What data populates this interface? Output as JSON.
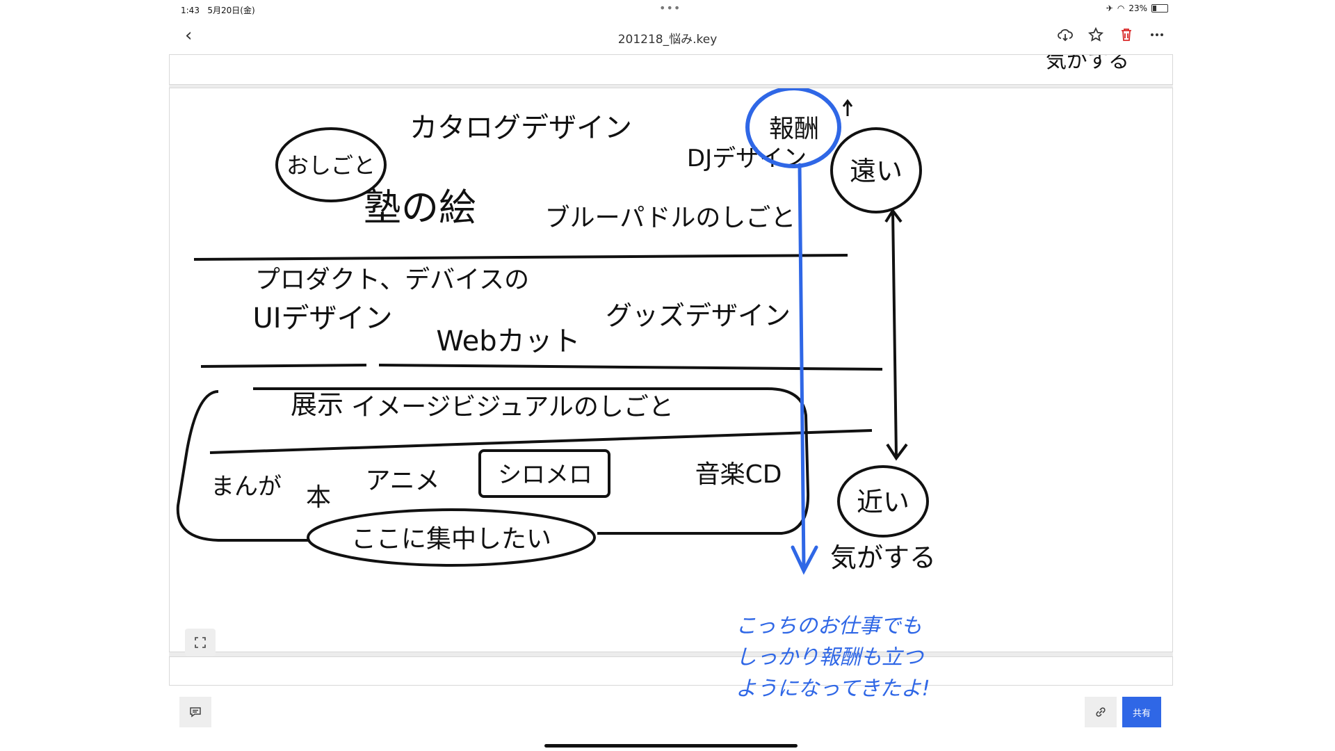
{
  "status_bar": {
    "time": "1:43",
    "date": "5月20日(金)",
    "battery": "23%",
    "battery_level": 0.23
  },
  "header": {
    "title": "201218_悩み.key"
  },
  "slide": {
    "prev_fragment": "気がする",
    "circle_left": "おしごと",
    "row1": [
      "カタログデザイン",
      "DJデザイン",
      "塾の絵",
      "ブルーパドルのしごと"
    ],
    "top_label": "報酬",
    "far": "遠い",
    "near": "近い",
    "near_caption": "気がする",
    "row2_line1": "プロダクト、デバイスの",
    "row2_line2": "UIデザイン",
    "row2": [
      "Webカット",
      "グッズデザイン"
    ],
    "row3": [
      "展示",
      "イメージビジュアルのしごと"
    ],
    "row4": [
      "まんが",
      "本",
      "アニメ",
      "シロメロ",
      "音楽CD"
    ],
    "focus": "ここに集中したい"
  },
  "note": {
    "lines": [
      "こっちのお仕事でも",
      "しっかり報酬も立つ",
      "ようになってきたよ!"
    ]
  },
  "buttons": {
    "share": "共有"
  },
  "colors": {
    "accent": "#2f67e6",
    "ink": "#111111"
  },
  "icons": [
    "back-icon",
    "cloud-download-icon",
    "star-icon",
    "trash-icon",
    "more-icon",
    "expand-icon",
    "comment-icon",
    "link-icon"
  ]
}
